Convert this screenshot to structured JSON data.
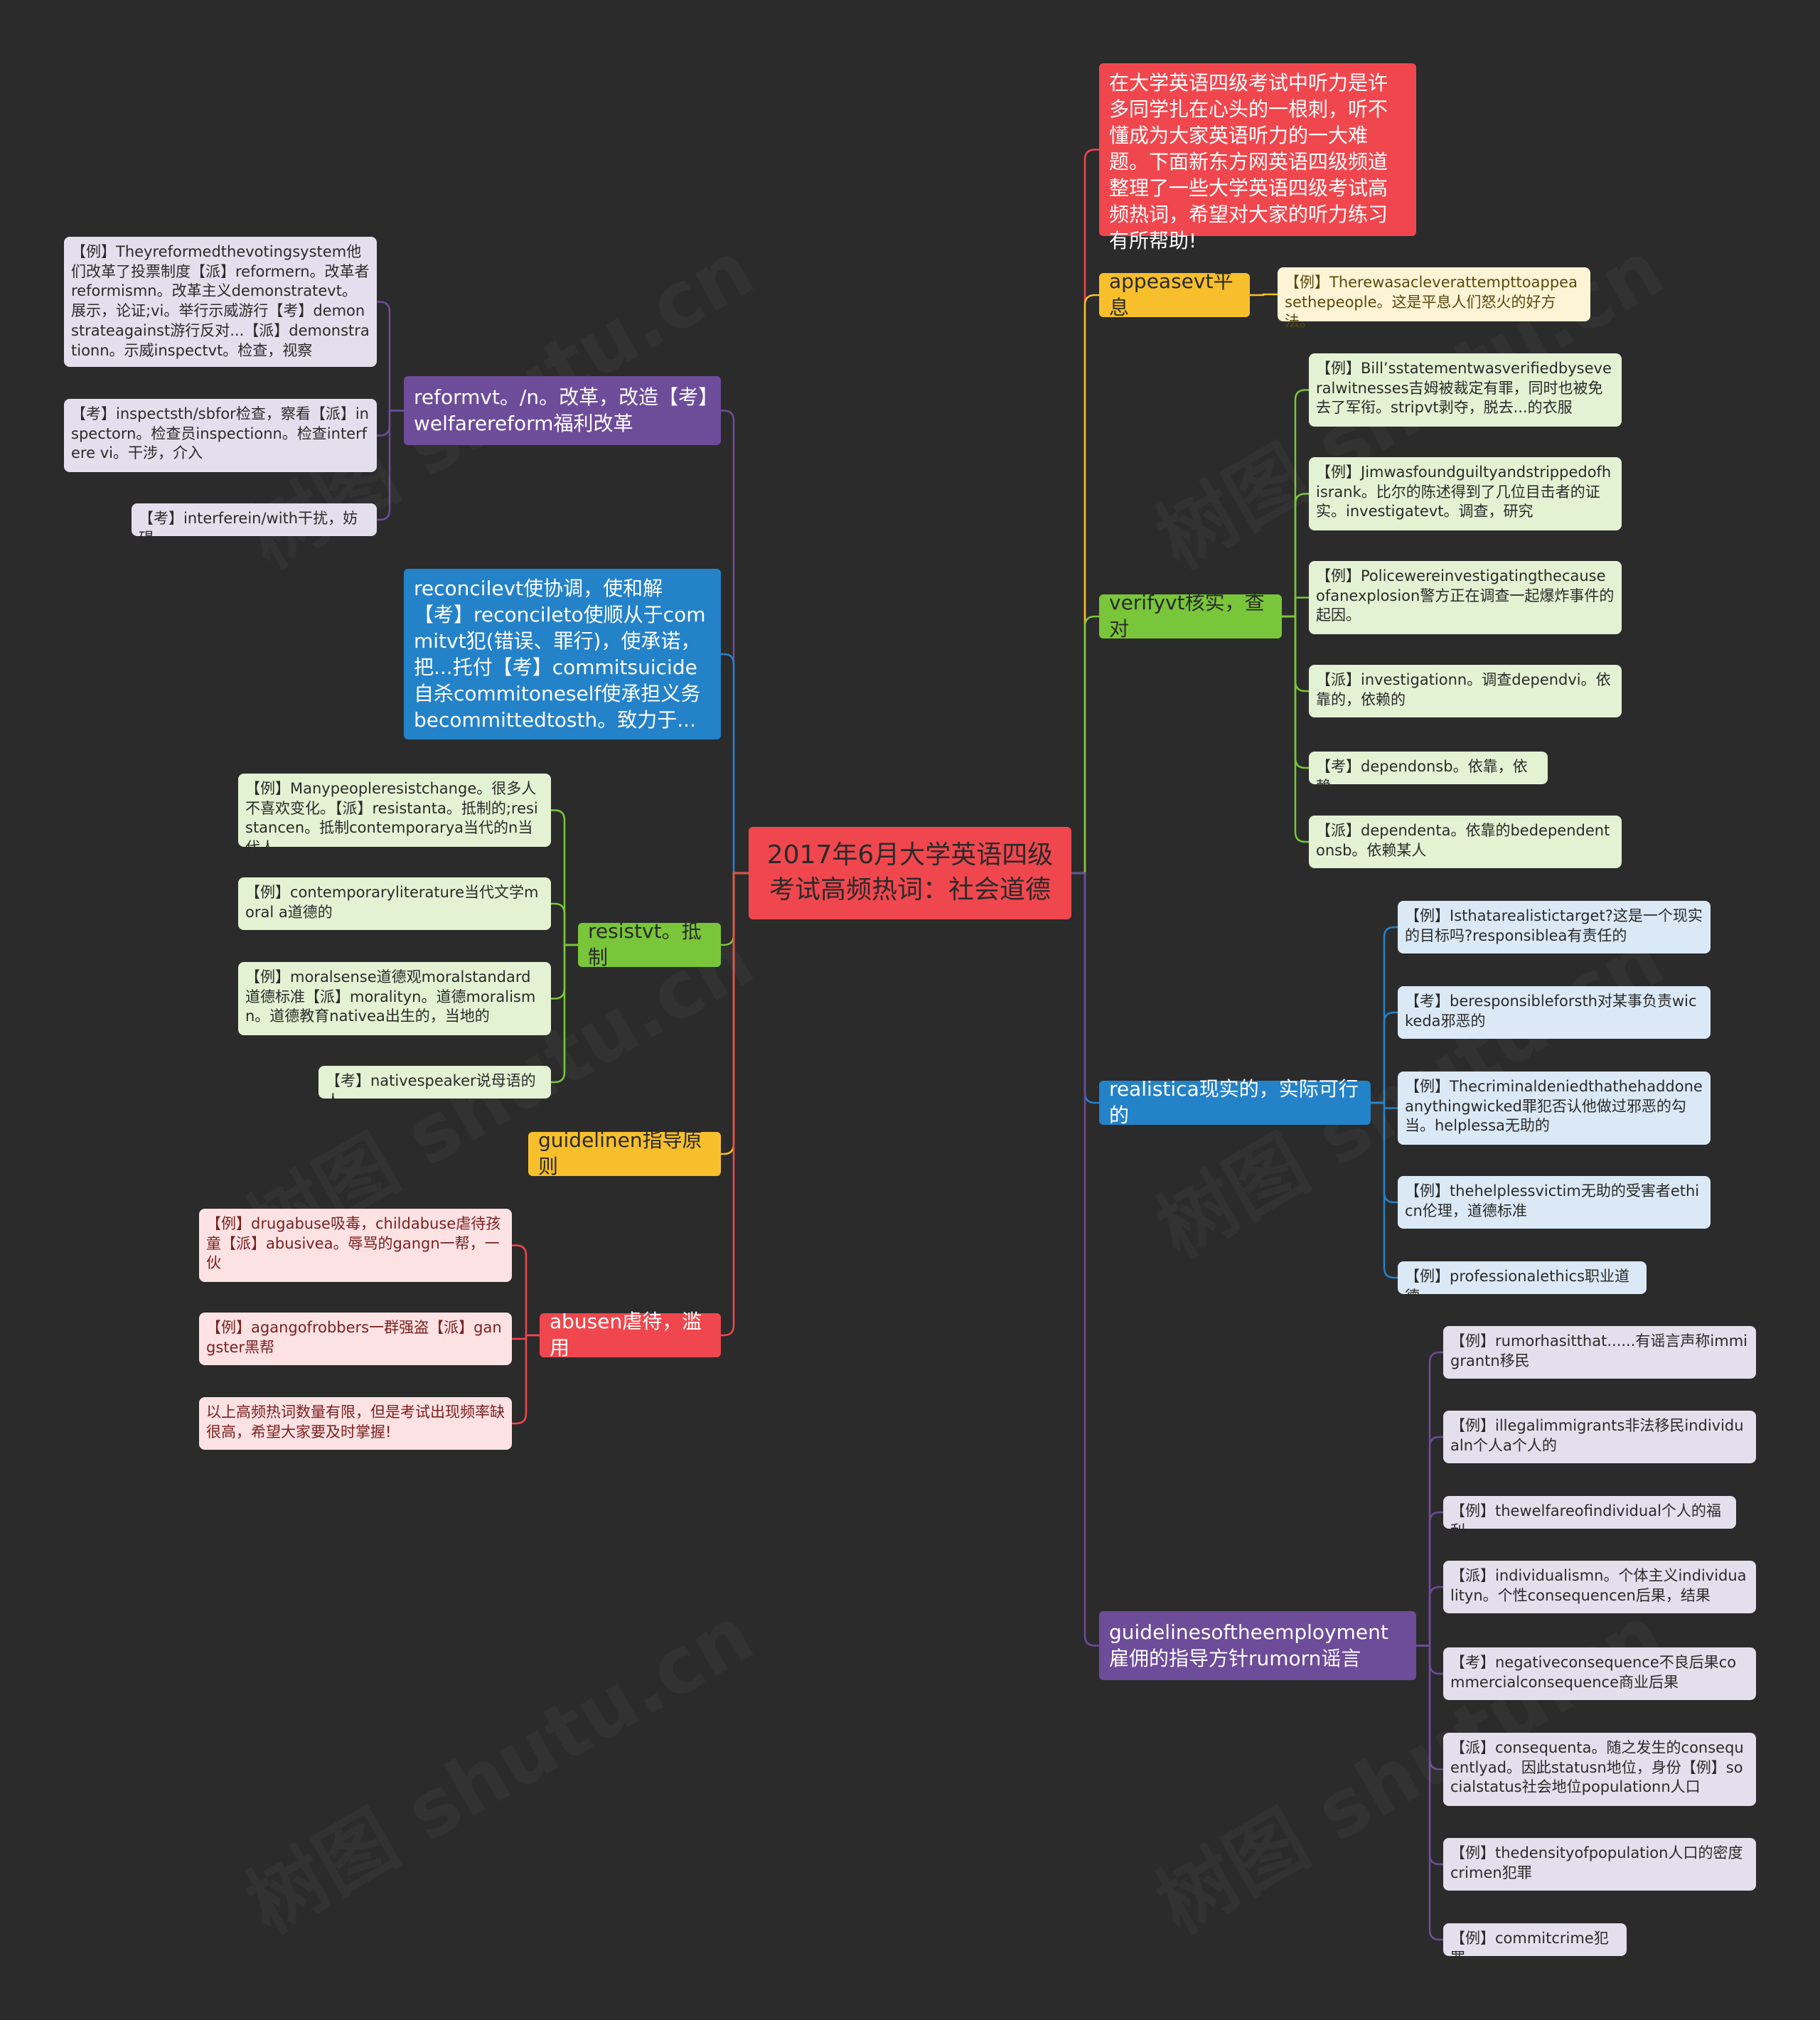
{
  "watermark": "树图 shutu.cn",
  "root": "2017年6月大学英语四级考试高频热词：社会道德",
  "left": [
    {
      "label": "reformvt。/n。改革，改造【考】welfarereform福利改革",
      "children": [
        "【例】Theyreformedthevotingsystem他们改革了投票制度【派】reformern。改革者reformismn。改革主义demonstratevt。展示，论证;vi。举行示威游行【考】demonstrateagainst游行反对...【派】demonstrationn。示威inspectvt。检查，视察",
        "【考】inspectsth/sbfor检查，察看【派】inspectorn。检查员inspectionn。检查interfere vi。干涉，介入",
        "【考】interferein/with干扰，妨碍"
      ]
    },
    {
      "label": "reconcilevt使协调，使和解【考】reconcileto使顺从于commitvt犯(错误、罪行)，使承诺，把...托付【考】commitsuicide自杀commitoneself使承担义务becommittedtosth。致力于...",
      "children": []
    },
    {
      "label": "resistvt。抵制",
      "children": [
        "【例】Manypeopleresistchange。很多人不喜欢变化。【派】resistanta。抵制的;resistancen。抵制contemporarya当代的n当代人",
        "【例】contemporaryliterature当代文学moral a道德的",
        "【例】moralsense道德观moralstandard道德标准【派】moralityn。道德moralismn。道德教育nativea出生的，当地的",
        "【考】nativespeaker说母语的人"
      ]
    },
    {
      "label": "guidelinen指导原则",
      "children": []
    },
    {
      "label": "abusen虐待，滥用",
      "children": [
        "【例】drugabuse吸毒，childabuse虐待孩童【派】abusivea。辱骂的gangn一帮，一伙",
        "【例】agangofrobbers一群强盗【派】gangster黑帮",
        "以上高频热词数量有限，但是考试出现频率缺很高，希望大家要及时掌握!"
      ]
    }
  ],
  "right": [
    {
      "label": "在大学英语四级考试中听力是许多同学扎在心头的一根刺，听不懂成为大家英语听力的一大难题。下面新东方网英语四级频道整理了一些大学英语四级考试高频热词，希望对大家的听力练习有所帮助!",
      "children": []
    },
    {
      "label": "appeasevt平息",
      "children": [
        "【例】Therewasacleverattempttoappeasethepeople。这是平息人们怒火的好方法。"
      ]
    },
    {
      "label": "verifyvt核实，查对",
      "children": [
        "【例】Bill’sstatementwasverifiedbyseveralwitnesses吉姆被裁定有罪，同时也被免去了军衔。stripvt剥夺，脱去...的衣服",
        "【例】Jimwasfoundguiltyandstrippedofhisrank。比尔的陈述得到了几位目击者的证实。investigatevt。调查，研究",
        "【例】Policewereinvestigatingthecauseofanexplosion警方正在调查一起爆炸事件的起因。",
        "【派】investigationn。调查dependvi。依靠的，依赖的",
        "【考】dependonsb。依靠，依赖",
        "【派】dependenta。依靠的bedependentonsb。依赖某人"
      ]
    },
    {
      "label": "realistica现实的，实际可行的",
      "children": [
        "【例】Isthatarealistictarget?这是一个现实的目标吗?responsiblea有责任的",
        "【考】beresponsibleforsth对某事负责wickeda邪恶的",
        "【例】Thecriminaldeniedthathehaddoneanythingwicked罪犯否认他做过邪恶的勾当。helplessa无助的",
        "【例】thehelplessvictim无助的受害者ethicn伦理，道德标准",
        "【例】professionalethics职业道德"
      ]
    },
    {
      "label": "guidelinesoftheemployment雇佣的指导方针rumorn谣言",
      "children": [
        "【例】rumorhasitthat......有谣言声称immigrantn移民",
        "【例】illegalimmigrants非法移民individualn个人a个人的",
        "【例】thewelfareofindividual个人的福利",
        "【派】individualismn。个体主义individualityn。个性consequencen后果，结果",
        "【考】negativeconsequence不良后果commercialconsequence商业后果",
        "【派】consequenta。随之发生的consequentlyad。因此statusn地位，身份【例】socialstatus社会地位populationn人口",
        "【例】thedensityofpopulation人口的密度crimen犯罪",
        "【例】commitcrime犯罪"
      ]
    }
  ],
  "colors": {
    "background": "#2b2b2b",
    "red": "#f0474e",
    "yellow": "#f7bf2c",
    "green": "#7ac63a",
    "blue": "#2482c9",
    "purple": "#6d4c99"
  }
}
